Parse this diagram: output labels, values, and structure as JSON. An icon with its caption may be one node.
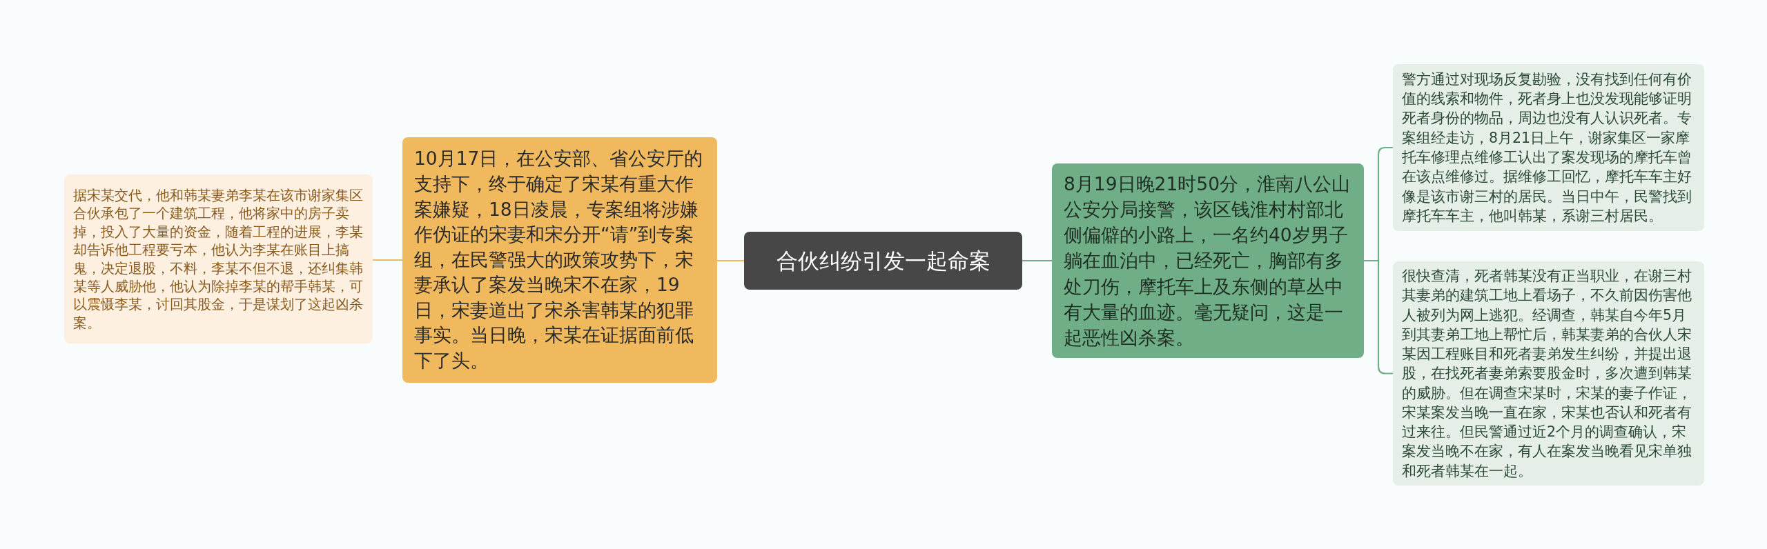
{
  "diagram": {
    "nodes": [
      {
        "text": [
          "据宋某交代，他和韩某妻弟李某在该市谢家集区合伙承包了一个建筑工程，他将家中的房子卖掉，投入了大量的资金，随着工程的进展，李某却告诉他工程要亏本，他认为李某在账目上搞鬼，决定退股，不料，李某不但不退，还纠集韩某等人威胁他，他认为除掉李某的帮手韩某，可以震慑李某，讨回其股金，于是谋划了这起凶杀案。"
        ]
      },
      {
        "text": [
          "10月17日，在公安部、省公安厅的支持下，终于确定了宋某有重大作案嫌疑，18日凌晨，专案组将涉嫌作伪证的宋妻和宋分开“请”到专案组，在民警强大的政策攻势下，宋妻承认了案发当晚宋不在家，19日，宋妻道出了宋杀害韩某的犯罪事实。当日晚，宋某在证据面前低下了头。"
        ]
      },
      {
        "text": [
          "合伙纠纷引发一起命案"
        ]
      },
      {
        "text": [
          "8月19日晚21时50分，淮南八公山公安分局接警，该区钱淮村村部北侧偏僻的小路上，一名约40岁男子躺在血泊中，已经死亡，胸部有多处刀伤，摩托车上及东侧的草丛中有大量的血迹。毫无疑问，这是一起恶性凶杀案。"
        ]
      },
      {
        "text": [
          "警方通过对现场反复勘验，没有找到任何有价值的线索和物件，死者身上也没发现能够证明死者身份的物品，周边也没有人认识死者。专案组经走访，8月21日上午，谢家集区一家摩托车修理点维修工认出了案发现场的摩托车曾在该点维修过。据维修工回忆，摩托车车主好像是该市谢三村的居民。当日中午，民警找到摩托车车主，他叫韩某，系谢三村居民。"
        ]
      },
      {
        "text": [
          "很快查清，死者韩某没有正当职业，在谢三村其妻弟的建筑工地上看场子，不久前因伤害他人被列为网上逃犯。经调查，韩某自今年5月到其妻弟工地上帮忙后，韩某妻弟的合伙人宋某因工程账目和死者妻弟发生纠纷，并提出退股，在找死者妻弟索要股金时，多次遭到韩某的威胁。但在调查宋某时，宋某的妻子作证，宋某案发当晚一直在家，宋某也否认和死者有过来往。但民警通过近2个月的调查确认，宋案发当晚不在家，有人在案发当晚看见宋单独和死者韩某在一起。"
        ]
      }
    ],
    "edges": [
      {
        "from": 2,
        "to": 1,
        "arrow": "none",
        "color": "#f0b95e"
      },
      {
        "from": 1,
        "to": 0,
        "arrow": "none",
        "color": "#f0b95e"
      },
      {
        "from": 2,
        "to": 3,
        "arrow": "none"
      },
      {
        "from": 3,
        "to": 4,
        "arrow": "none"
      },
      {
        "from": 3,
        "to": 5,
        "arrow": "none"
      }
    ]
  }
}
